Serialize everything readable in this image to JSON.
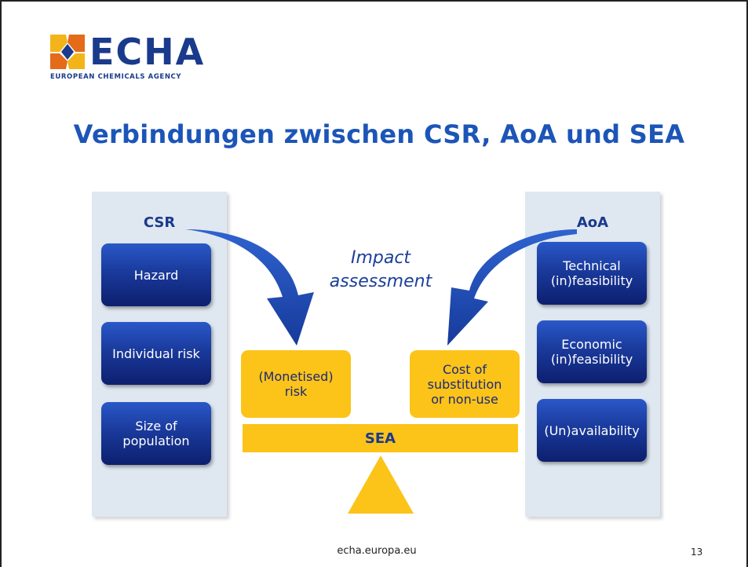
{
  "logo": {
    "name": "ECHA",
    "subtitle": "EUROPEAN CHEMICALS AGENCY"
  },
  "title": "Verbindungen zwischen CSR, AoA und SEA",
  "csr": {
    "title": "CSR",
    "items": [
      "Hazard",
      "Individual risk",
      "Size of\npopulation"
    ]
  },
  "aoa": {
    "title": "AoA",
    "items": [
      "Technical\n(in)feasibility",
      "Economic\n(in)feasibility",
      "(Un)availability"
    ]
  },
  "impact_assessment": "Impact\nassessment",
  "balance": {
    "left": "(Monetised)\nrisk",
    "right": "Cost of\nsubstitution\nor non-use",
    "beam": "SEA"
  },
  "footer": {
    "url": "echa.europa.eu",
    "page": "13"
  },
  "colors": {
    "title_blue": "#1c55b8",
    "box_blue": "#1a3a9c",
    "yellow": "#fcc319",
    "panel_bg": "#dfe8f1"
  }
}
